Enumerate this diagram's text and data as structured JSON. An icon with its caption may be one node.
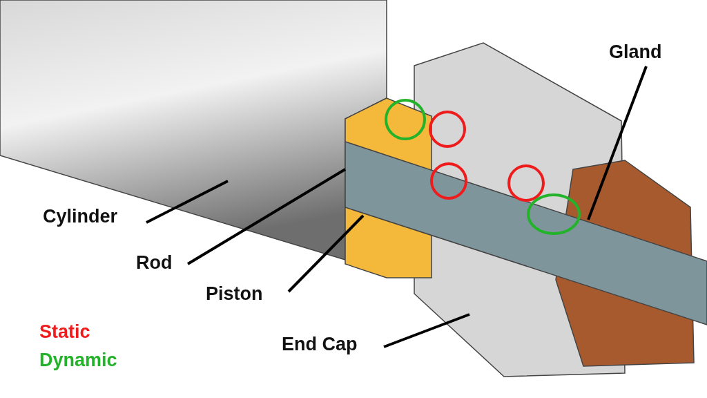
{
  "diagram": {
    "nodes": [
      {
        "text": [
          "Cylinder"
        ]
      },
      {
        "text": [
          "Rod"
        ]
      },
      {
        "text": [
          "Piston"
        ]
      },
      {
        "text": [
          "End Cap"
        ]
      },
      {
        "text": [
          "Gland"
        ]
      },
      {
        "text": [],
        "shape": "picture"
      },
      {
        "text": [],
        "shape": "picture"
      },
      {
        "text": [],
        "shape": "picture"
      },
      {
        "text": [],
        "shape": "picture"
      },
      {
        "text": [],
        "shape": "picture"
      }
    ],
    "edges": [
      {
        "from": 0,
        "to": 5,
        "arrow": "none"
      },
      {
        "from": 1,
        "to": 6,
        "arrow": "none"
      },
      {
        "from": 2,
        "to": 7,
        "arrow": "none"
      },
      {
        "from": 3,
        "to": 8,
        "arrow": "none"
      },
      {
        "from": 4,
        "to": 9,
        "arrow": "none"
      }
    ],
    "legend": [
      {
        "text": "Static",
        "color": "#ee1c1c"
      },
      {
        "text": "Dynamic",
        "color": "#22b32a"
      }
    ]
  }
}
